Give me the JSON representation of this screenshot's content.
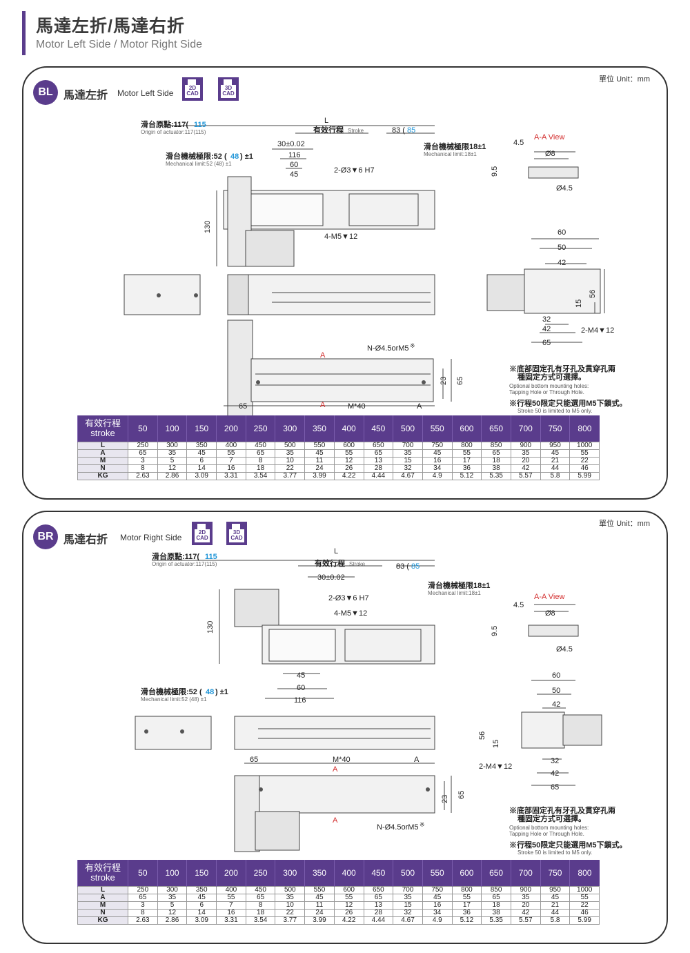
{
  "header": {
    "title": "馬達左折/馬達右折",
    "subtitle": "Motor Left Side / Motor Right Side"
  },
  "colors": {
    "accent": "#5a3c8c",
    "highlight_blue": "#2196d8",
    "highlight_red": "#d32f2f"
  },
  "unit_label": "單位 Unit：mm",
  "sections": [
    {
      "badge": "BL",
      "title_cn": "馬達左折",
      "title_en": "Motor Left Side",
      "cad2d": "2D CAD",
      "cad3d": "3D CAD",
      "dims": {
        "L": "L",
        "origin_cn": "滑台原點:117(",
        "origin_val": "115",
        "origin_en": "Origin of actuator:117(115)",
        "stroke": "有效行程",
        "stroke_en": "Stroke",
        "end83": "83 (",
        "end83_val": "85",
        "tol30": "30±0.02",
        "mech_cn": "滑台機械極限:52 (",
        "mech_val": "48",
        "mech_tol": ") ±1",
        "mech_en": "Mechanical limit:52 (48) ±1",
        "d116": "116",
        "d60": "60",
        "d45": "45",
        "hole1": "2-Ø3▼6 H7",
        "hole2": "4-M5▼12",
        "mech_r_cn": "滑台機械極限18±1",
        "mech_r_en": "Mechanical limit:18±1",
        "h130": "130",
        "aa_view": "A-A View",
        "d45b": "4.5",
        "d8": "Ø8",
        "d95": "9.5",
        "d4_5": "Ø4.5",
        "s60": "60",
        "s50": "50",
        "s42": "42",
        "s15": "15",
        "s56": "56",
        "s32": "32",
        "s42b": "42",
        "s65": "65",
        "m4": "2-M4▼12",
        "nhole": "N-Ø4.5orM5",
        "mark": "※",
        "A": "A",
        "m40": "M*40",
        "b65": "65",
        "b23": "23",
        "b65v": "65",
        "note1_cn": "※底部固定孔有牙孔及貫穿孔兩",
        "note1_cn2": "種固定方式可選擇。",
        "note1_en": "Optional bottom mounting holes:",
        "note1_en2": "Tapping Hole or Through Hole.",
        "note2_cn": "※行程50限定只能選用M5下鎖式。",
        "note2_en": "Stroke 50 is limited to M5 only."
      }
    },
    {
      "badge": "BR",
      "title_cn": "馬達右折",
      "title_en": "Motor Right Side",
      "cad2d": "2D CAD",
      "cad3d": "3D CAD"
    }
  ],
  "table": {
    "header_cn": "有效行程",
    "header_en": "stroke",
    "strokes": [
      "50",
      "100",
      "150",
      "200",
      "250",
      "300",
      "350",
      "400",
      "450",
      "500",
      "550",
      "600",
      "650",
      "700",
      "750",
      "800"
    ],
    "rows": [
      {
        "label": "L",
        "values": [
          "250",
          "300",
          "350",
          "400",
          "450",
          "500",
          "550",
          "600",
          "650",
          "700",
          "750",
          "800",
          "850",
          "900",
          "950",
          "1000"
        ]
      },
      {
        "label": "A",
        "values": [
          "65",
          "35",
          "45",
          "55",
          "65",
          "35",
          "45",
          "55",
          "65",
          "35",
          "45",
          "55",
          "65",
          "35",
          "45",
          "55"
        ]
      },
      {
        "label": "M",
        "values": [
          "3",
          "5",
          "6",
          "7",
          "8",
          "10",
          "11",
          "12",
          "13",
          "15",
          "16",
          "17",
          "18",
          "20",
          "21",
          "22"
        ]
      },
      {
        "label": "N",
        "values": [
          "8",
          "12",
          "14",
          "16",
          "18",
          "22",
          "24",
          "26",
          "28",
          "32",
          "34",
          "36",
          "38",
          "42",
          "44",
          "46"
        ]
      },
      {
        "label": "KG",
        "values": [
          "2.63",
          "2.86",
          "3.09",
          "3.31",
          "3.54",
          "3.77",
          "3.99",
          "4.22",
          "4.44",
          "4.67",
          "4.9",
          "5.12",
          "5.35",
          "5.57",
          "5.8",
          "5.99"
        ]
      }
    ]
  }
}
